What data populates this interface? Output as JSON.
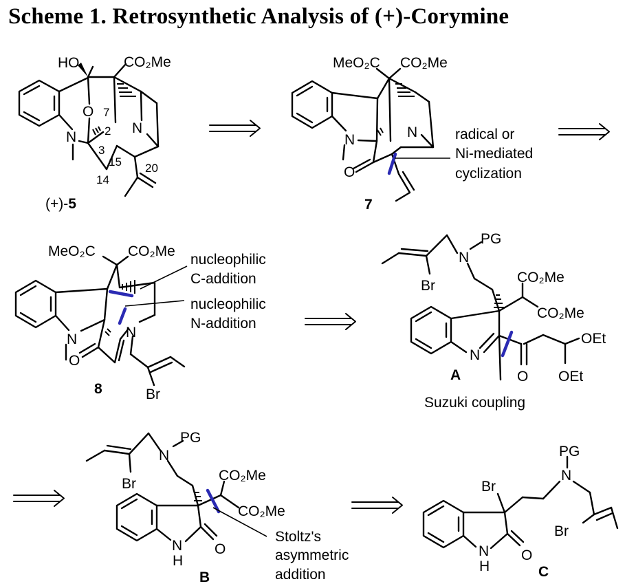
{
  "title": "Scheme 1. Retrosynthetic Analysis of (+)-Corymine",
  "compounds": {
    "c5": {
      "label_prefix": "(+)-",
      "label_bold": "5",
      "atoms": {
        "ho": "HO",
        "co2me": "CO₂Me",
        "o": "O",
        "n_indole": "N",
        "n_amine": "N"
      },
      "locants": {
        "n7": "7",
        "n2": "2",
        "n3": "3",
        "n15": "15",
        "n20": "20",
        "n14": "14"
      }
    },
    "c7": {
      "label_bold": "7",
      "atoms": {
        "meo2c": "MeO₂C",
        "co2me": "CO₂Me",
        "n_indole": "N",
        "n_amine": "N",
        "o": "O"
      },
      "note": [
        "radical or",
        "Ni-mediated",
        "cyclization"
      ]
    },
    "c8": {
      "label_bold": "8",
      "atoms": {
        "meo2c": "MeO₂C",
        "co2me": "CO₂Me",
        "n_indole": "N",
        "n_amine": "N",
        "o": "O",
        "br": "Br"
      },
      "notes": [
        [
          "nucleophilic",
          "C-addition"
        ],
        [
          "nucleophilic",
          "N-addition"
        ]
      ]
    },
    "cA": {
      "label_bold": "A",
      "atoms": {
        "pg": "PG",
        "n_amine": "N",
        "br": "Br",
        "co2me_top": "CO₂Me",
        "co2me_bot": "CO₂Me",
        "n_indole": "N",
        "o": "O",
        "oet_top": "OEt",
        "oet_bot": "OEt"
      },
      "note": "Suzuki coupling"
    },
    "cB": {
      "label_bold": "B",
      "atoms": {
        "pg": "PG",
        "n_amine": "N",
        "br": "Br",
        "co2me_top": "CO₂Me",
        "co2me_bot": "CO₂Me",
        "nh_n": "N",
        "nh_h": "H",
        "o": "O"
      },
      "note": [
        "Stoltz's",
        "asymmetric",
        "addition"
      ]
    },
    "cC": {
      "label_bold": "C",
      "atoms": {
        "pg": "PG",
        "n_amine": "N",
        "br_top": "Br",
        "br_side": "Br",
        "nh_n": "N",
        "nh_h": "H",
        "o": "O"
      }
    }
  }
}
